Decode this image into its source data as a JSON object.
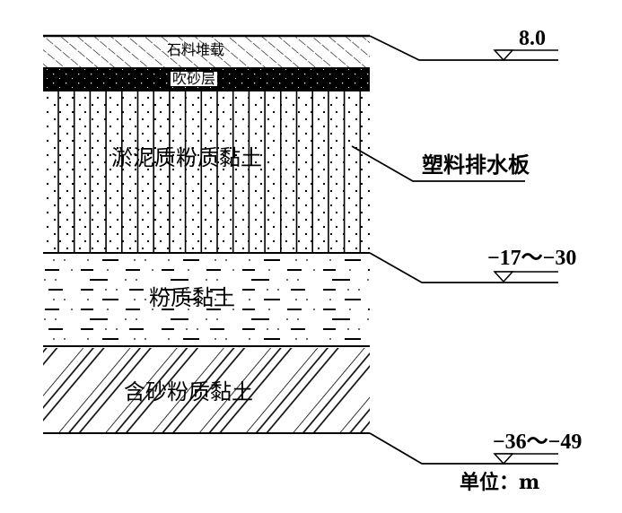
{
  "layers": [
    {
      "name": "石料堆载",
      "pattern": "hatch-dashed"
    },
    {
      "name": "吹砂层",
      "pattern": "black-dotted"
    },
    {
      "name": "淤泥质粉质黏土",
      "pattern": "dots-with-drains"
    },
    {
      "name": "粉质黏土",
      "pattern": "dashes-dots"
    },
    {
      "name": "含砂粉质黏土",
      "pattern": "diagonal-lines"
    }
  ],
  "callouts": {
    "drain_board": "塑料排水板"
  },
  "elevations": [
    {
      "value": "8.0"
    },
    {
      "value": "−17～−30"
    },
    {
      "value": "−36～−49"
    }
  ],
  "unit_label": "单位：m",
  "colors": {
    "ink": "#000000",
    "background": "#ffffff"
  }
}
